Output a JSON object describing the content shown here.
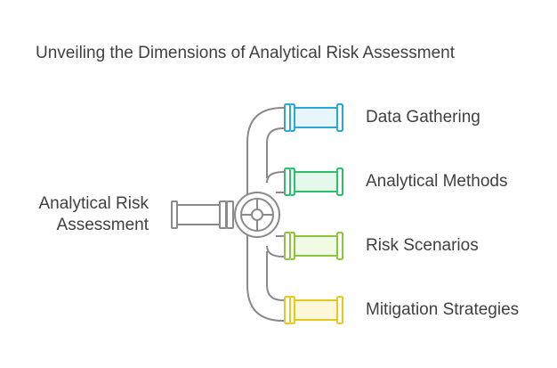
{
  "title": "Unveiling the Dimensions of Analytical Risk Assessment",
  "source": {
    "line1": "Analytical Risk",
    "line2": "Assessment"
  },
  "outputs": [
    {
      "label": "Data Gathering",
      "color": "#29a8d8",
      "fill": "#e6f6fc"
    },
    {
      "label": "Analytical Methods",
      "color": "#2dc06a",
      "fill": "#e4f9ec"
    },
    {
      "label": "Risk Scenarios",
      "color": "#8cc63f",
      "fill": "#f1fae2"
    },
    {
      "label": "Mitigation Strategies",
      "color": "#e8c81e",
      "fill": "#fdf8d8"
    }
  ],
  "pipe_color": "#8a8a8a"
}
